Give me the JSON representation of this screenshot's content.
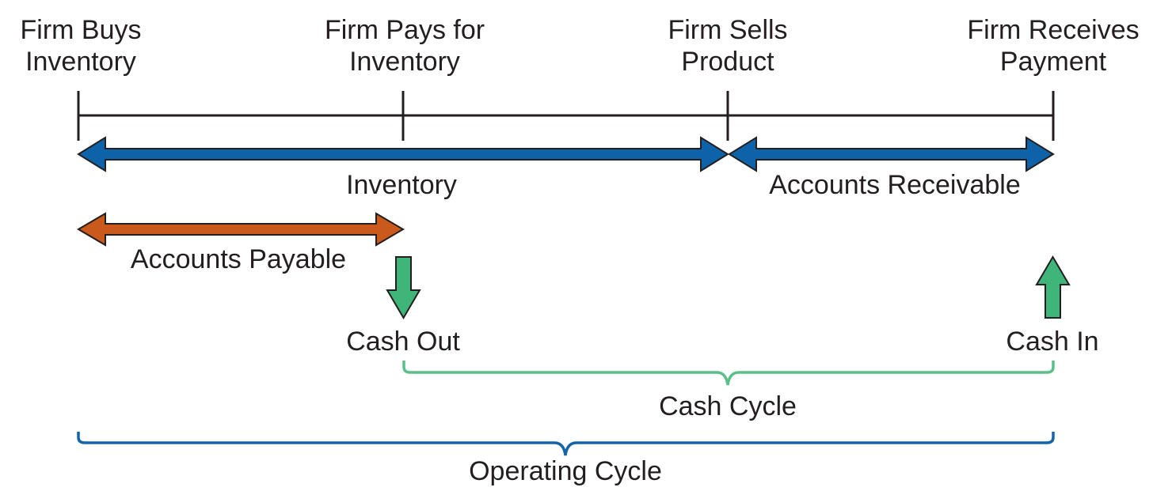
{
  "events": [
    {
      "line1": "Firm Buys",
      "line2": "Inventory"
    },
    {
      "line1": "Firm Pays for",
      "line2": "Inventory"
    },
    {
      "line1": "Firm Sells",
      "line2": "Product"
    },
    {
      "line1": "Firm Receives",
      "line2": "Payment"
    }
  ],
  "periods": {
    "inventory": "Inventory",
    "accounts_receivable": "Accounts Receivable",
    "accounts_payable": "Accounts Payable"
  },
  "cash_flows": {
    "out": "Cash Out",
    "in": "Cash In"
  },
  "cycles": {
    "cash": "Cash Cycle",
    "operating": "Operating Cycle"
  },
  "colors": {
    "timeline": "#231f20",
    "inventory_arrow": "#0e63a8",
    "payable_arrow": "#c95a1b",
    "cash_arrow": "#3fb57a",
    "cash_bracket": "#5cbf8a",
    "operating_bracket": "#1565a8"
  }
}
